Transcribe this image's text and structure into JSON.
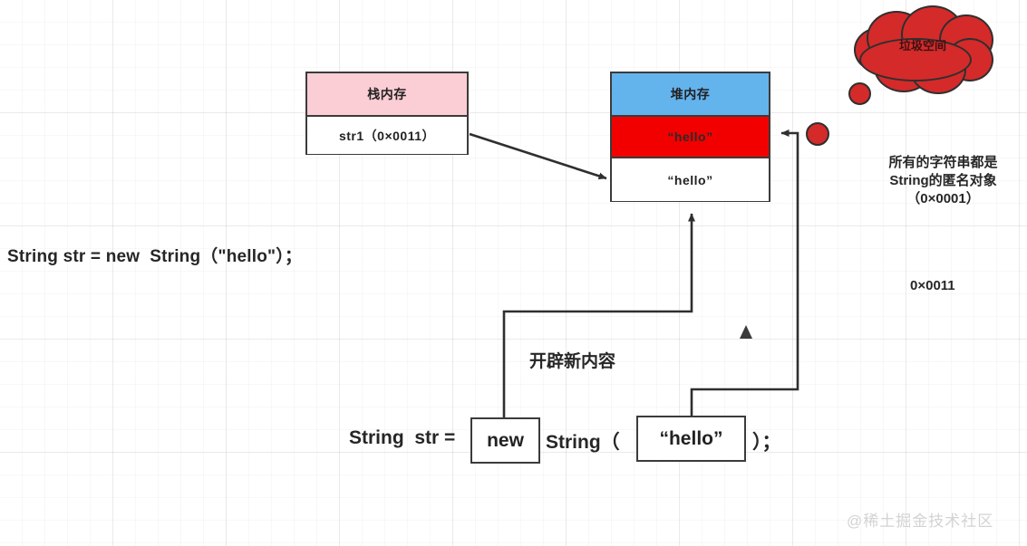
{
  "diagram": {
    "title": "Java String new object memory allocation diagram",
    "stack": {
      "header": "栈内存",
      "cell": "str1（0×0011）"
    },
    "heap": {
      "header": "堆内存",
      "garbage_row": "“hello”",
      "live_row": "“hello”"
    },
    "cloud": {
      "label": "垃圾空间",
      "color": "#d42a2a"
    },
    "notes": {
      "anonymous_object": "所有的字符串都是\nString的匿名对象\n（0×0001）",
      "address": "0×0011",
      "new_content": "开辟新内容"
    },
    "code_top": "String str = new  String（\"hello\"）；",
    "expression": {
      "prefix": "String  str =",
      "chip_new": "new",
      "middle": "String（",
      "chip_literal": "“hello”",
      "suffix": "）；"
    },
    "watermark": "@稀土掘金技术社区",
    "colors": {
      "stack_header": "#fbcdd4",
      "heap_header": "#63b3ed",
      "garbage": "#f20000",
      "cloud": "#d42a2a",
      "stroke": "#3b3b3b"
    }
  }
}
